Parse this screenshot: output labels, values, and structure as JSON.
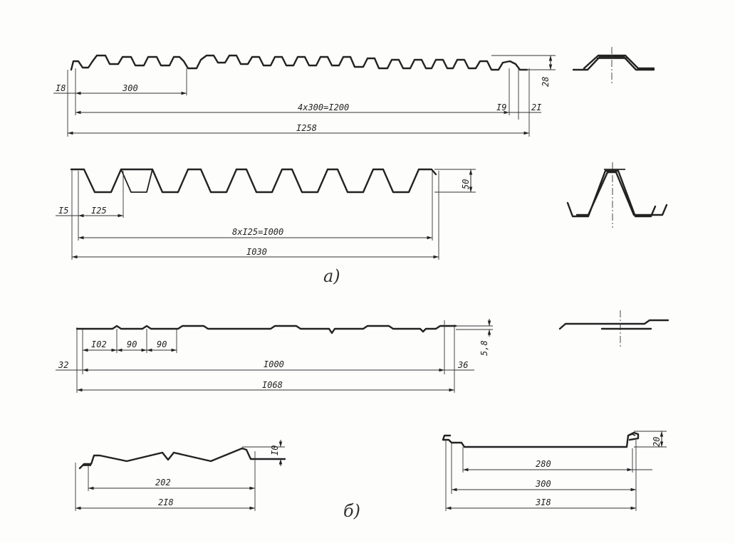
{
  "figure_a_label": "а)",
  "figure_b_label": "б)",
  "profile1": {
    "dim_edge_left": "I8",
    "dim_pitch": "300",
    "dim_total_pitch": "4x300=I200",
    "dim_edge_right1": "I9",
    "dim_edge_right2": "2I",
    "dim_overall": "I258",
    "dim_height": "28"
  },
  "profile2": {
    "dim_edge_left": "I5",
    "dim_pitch": "I25",
    "dim_total_pitch": "8xI25=I000",
    "dim_overall": "I030",
    "dim_height": "50"
  },
  "profile3": {
    "dim_first": "I02",
    "dim_second": "90",
    "dim_third": "90",
    "dim_edge_left": "32",
    "dim_middle": "I000",
    "dim_edge_right": "36",
    "dim_overall": "I068",
    "dim_height": "5,8"
  },
  "profile4": {
    "dim_inner": "202",
    "dim_overall": "2I8",
    "dim_height": "I0"
  },
  "profile5": {
    "dim_inner": "280",
    "dim_middle": "300",
    "dim_overall": "3I8",
    "dim_height": "20"
  }
}
